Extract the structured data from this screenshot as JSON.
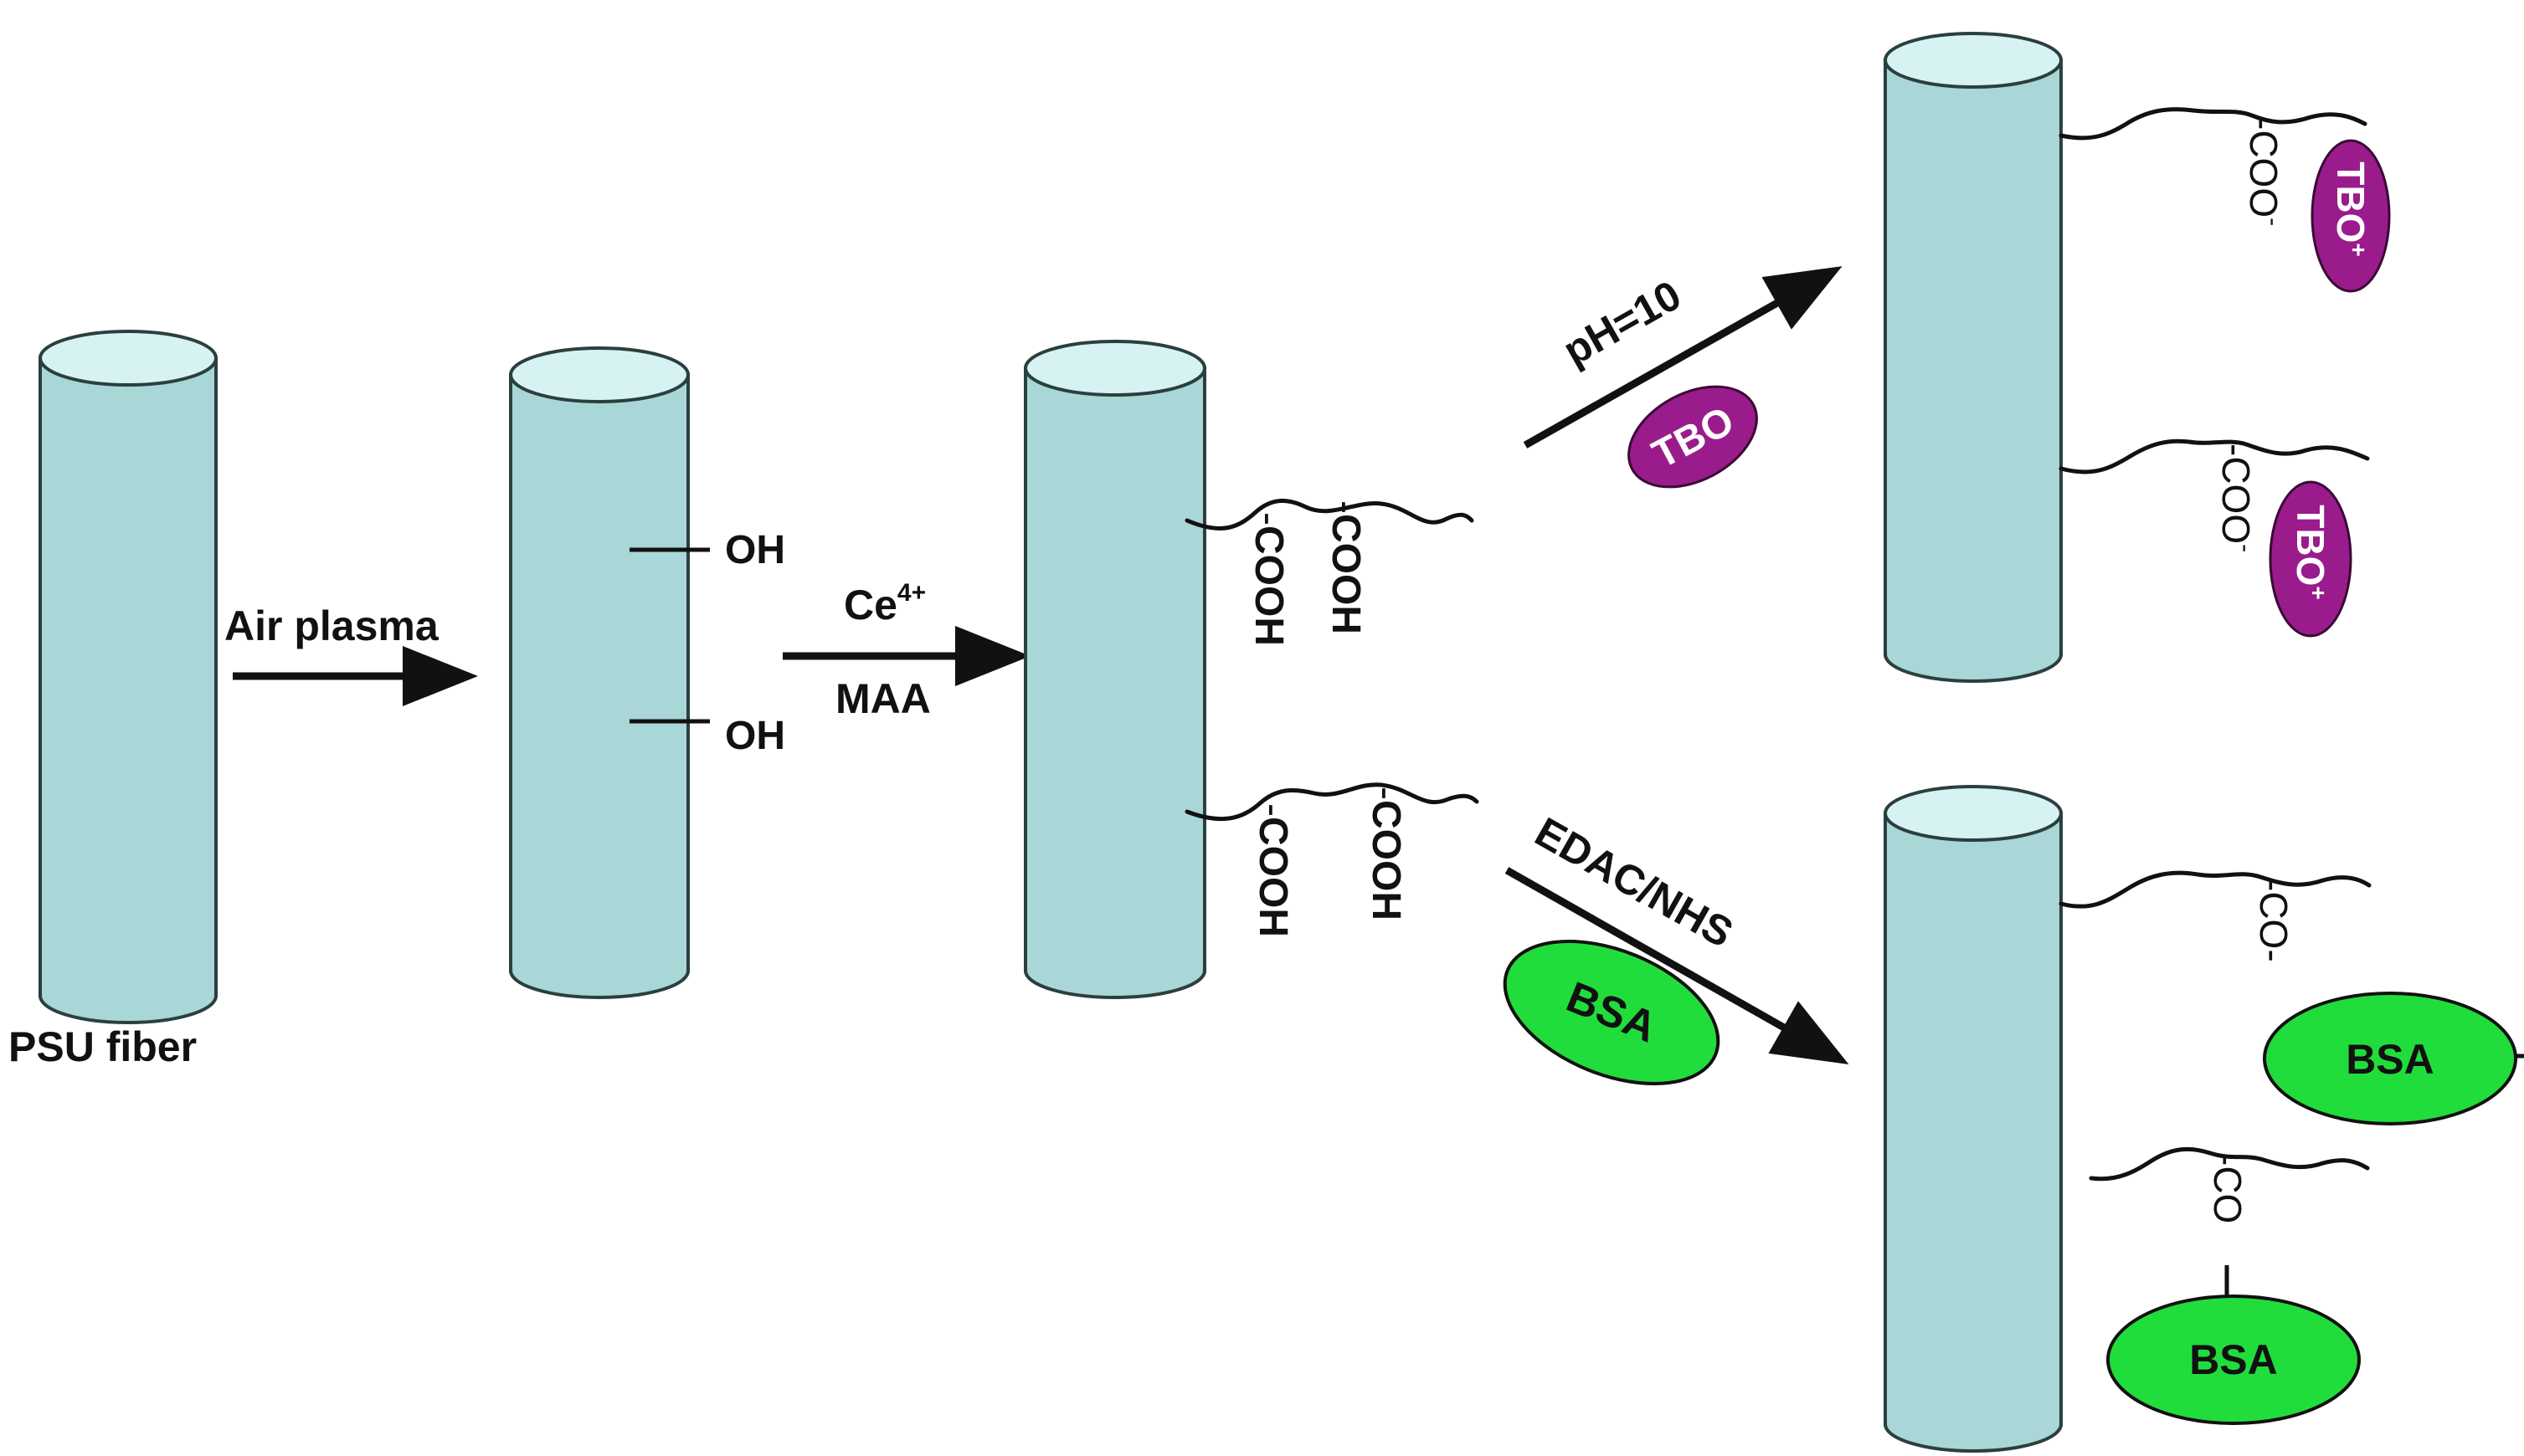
{
  "colors": {
    "fiber_body": "#a9d6d6",
    "fiber_top": "#d6f2f2",
    "fiber_stroke": "#2b3f3f",
    "tbo_fill": "#9a1b8c",
    "tbo_text": "#ffffff",
    "bsa_fill": "#21dd3c",
    "bsa_text": "#111111",
    "line": "#111111"
  },
  "labels": {
    "psu_fiber": "PSU fiber",
    "air_plasma": "Air plasma",
    "ce": "Ce",
    "ce_charge": "4+",
    "maa": "MAA",
    "ph": "pH=10",
    "edac_nhs": "EDAC/NHS"
  },
  "groups": {
    "oh": "OH",
    "cooh": "COOH",
    "coo": "COO",
    "minus": "-",
    "co": "CO"
  },
  "molecules": {
    "tbo": "TBO",
    "tbo_ion": "TBO",
    "plus": "+",
    "bsa": "BSA"
  }
}
